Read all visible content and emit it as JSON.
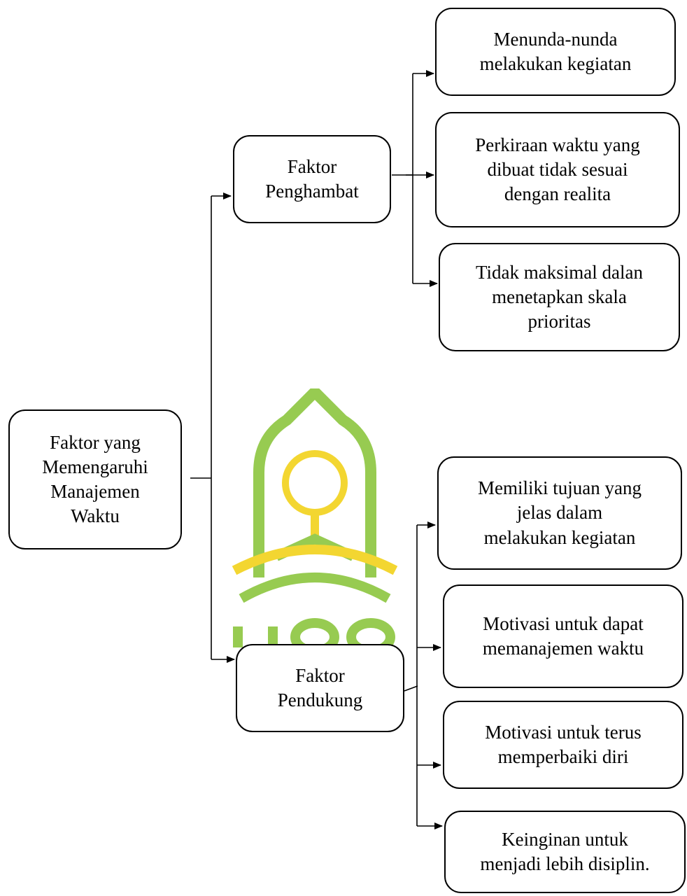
{
  "diagram": {
    "root": {
      "lines": [
        "Faktor yang",
        "Memengaruhi",
        "Manajemen",
        "Waktu"
      ]
    },
    "branches": [
      {
        "id": "penghambat",
        "lines": [
          "Faktor",
          "Penghambat"
        ],
        "children": [
          {
            "lines": [
              "Menunda-nunda",
              "melakukan kegiatan"
            ]
          },
          {
            "lines": [
              "Perkiraan waktu yang",
              "dibuat tidak sesuai",
              "dengan realita"
            ]
          },
          {
            "lines": [
              "Tidak maksimal dalan",
              "menetapkan skala",
              "prioritas"
            ]
          }
        ]
      },
      {
        "id": "pendukung",
        "lines": [
          "Faktor",
          "Pendukung"
        ],
        "children": [
          {
            "lines": [
              "Memiliki tujuan yang",
              "jelas dalam",
              "melakukan kegiatan"
            ]
          },
          {
            "lines": [
              "Motivasi untuk dapat",
              "memanajemen waktu"
            ]
          },
          {
            "lines": [
              "Motivasi untuk terus",
              "memperbaiki diri"
            ]
          },
          {
            "lines": [
              "Keinginan untuk",
              "menjadi lebih disiplin."
            ]
          }
        ]
      }
    ]
  },
  "watermark": {
    "name": "university-logo-watermark",
    "colors": {
      "green": "#8cc63f",
      "yellow": "#f2d21b"
    }
  }
}
